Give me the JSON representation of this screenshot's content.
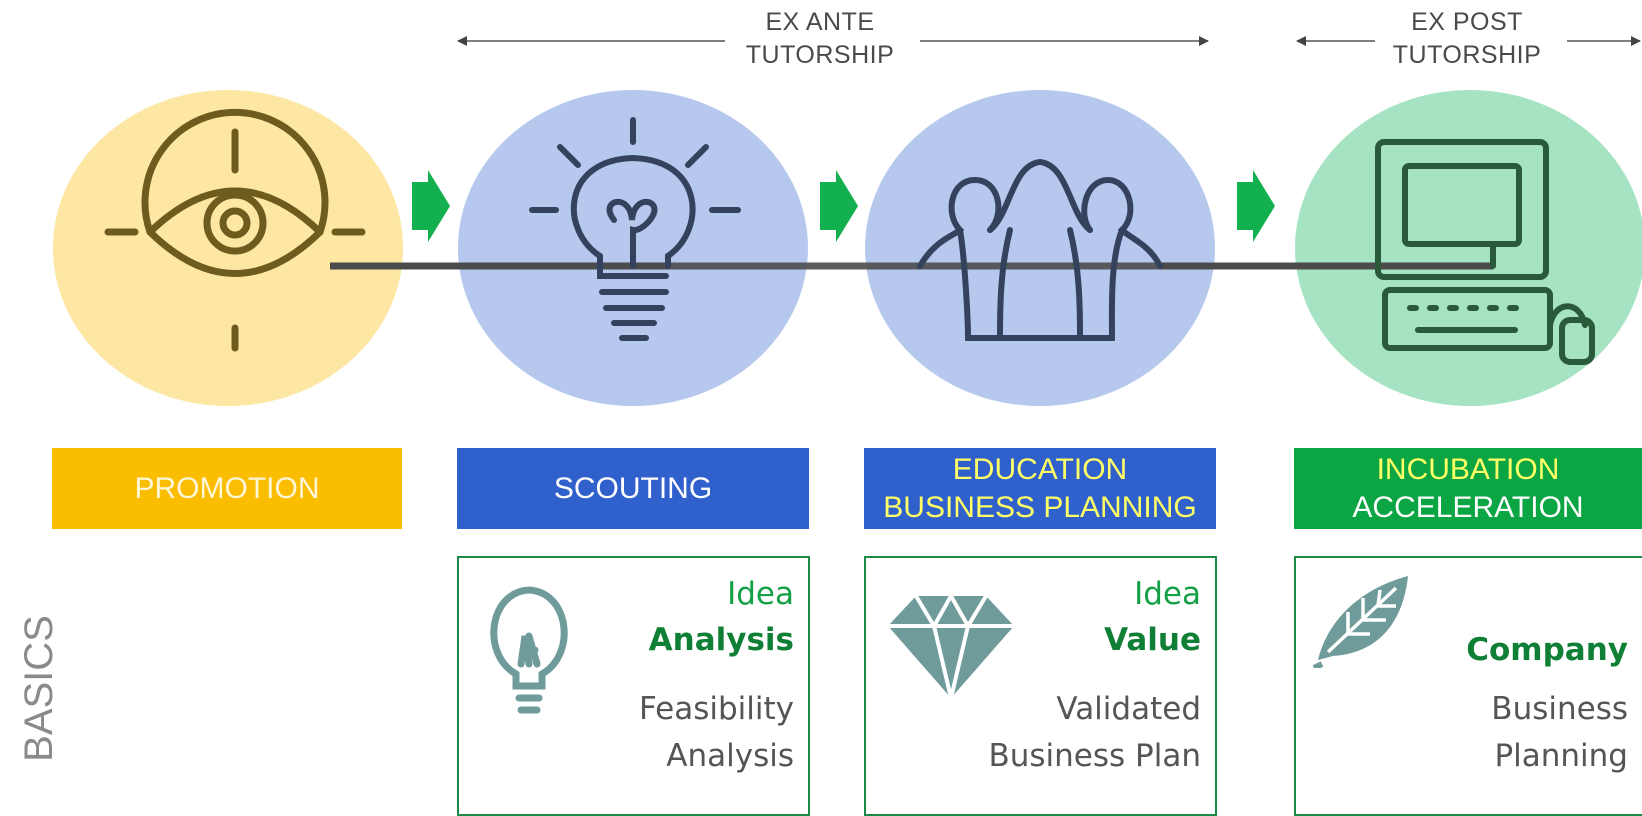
{
  "tutorship": {
    "ex_ante": "EX ANTE\nTUTORSHIP",
    "ex_post": "EX POST\nTUTORSHIP"
  },
  "stages": [
    {
      "label": "PROMOTION",
      "icon": "eye-target-icon",
      "circle_color": "#fde7a3",
      "band_color": "#fbbd00",
      "text_color": "#fff6d8"
    },
    {
      "label": "SCOUTING",
      "icon": "lightbulb-icon",
      "circle_color": "#b6c8ee",
      "band_color": "#3060cc",
      "text_color": "#ffffff"
    },
    {
      "label": "EDUCATION\nBUSINESS PLANNING",
      "icon": "people-group-icon",
      "circle_color": "#b6c8ee",
      "band_color": "#3060cc",
      "text_color": "#ffff66"
    },
    {
      "label": "INCUBATION\nACCELERATION",
      "icon": "computer-icon",
      "circle_color": "#a6e3c3",
      "band_color": "#0ca543",
      "text_color": "#ffff66",
      "text_color_2": "#ffffff"
    }
  ],
  "row_label": "BASICS",
  "cards": [
    {
      "icon": "lightbulb-outline-icon",
      "line1": "Idea",
      "line2": "Analysis",
      "line3": "Feasibility",
      "line4": "Analysis"
    },
    {
      "icon": "diamond-icon",
      "line1": "Idea",
      "line2": "Value",
      "line3": "Validated",
      "line4": "Business Plan"
    },
    {
      "icon": "leaf-icon",
      "line1": "",
      "line2": "Company",
      "line3": "Business",
      "line4": "Planning"
    }
  ],
  "colors": {
    "arrow_green": "#12b04e",
    "connector": "#4b4b4b",
    "card_border": "#1e8a4a",
    "icon_teal": "#6f9b9b"
  }
}
